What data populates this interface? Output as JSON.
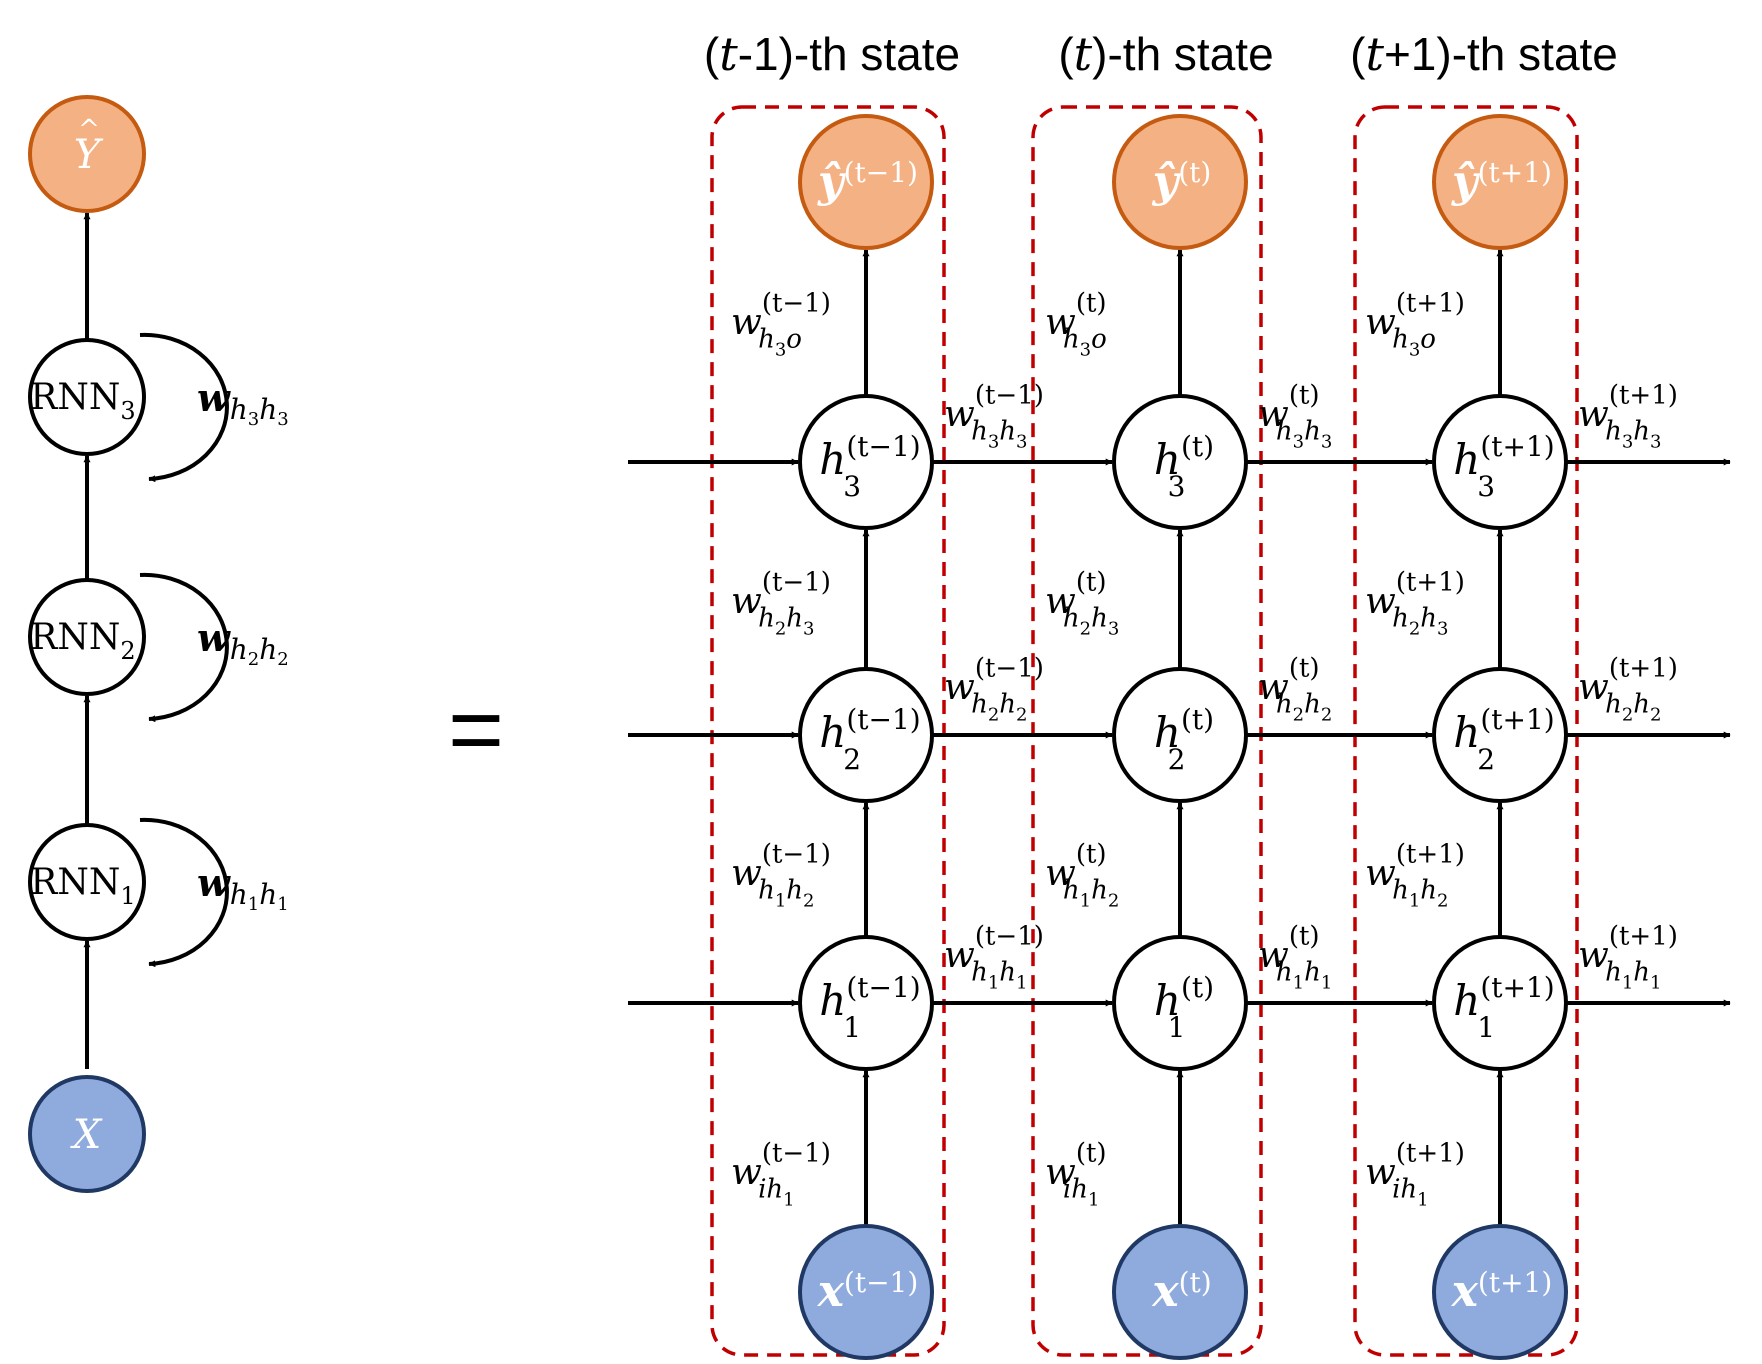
{
  "left_unrolled": {
    "output": {
      "symbol": "Y",
      "hat": "^"
    },
    "input": {
      "symbol": "X"
    },
    "layers": [
      {
        "name": "RNN",
        "index": "1",
        "weight": {
          "w": "w",
          "a": "h",
          "ai": "1",
          "b": "h",
          "bi": "1"
        }
      },
      {
        "name": "RNN",
        "index": "2",
        "weight": {
          "w": "w",
          "a": "h",
          "ai": "2",
          "b": "h",
          "bi": "2"
        }
      },
      {
        "name": "RNN",
        "index": "3",
        "weight": {
          "w": "w",
          "a": "h",
          "ai": "3",
          "b": "h",
          "bi": "3"
        }
      }
    ]
  },
  "equals": "=",
  "states": [
    {
      "title_pre": "(",
      "title_t": "t",
      "title_post": "-1)-th state",
      "sup": "(t−1)",
      "out": {
        "v": "ŷ",
        "sup": "(t−1)"
      },
      "in": {
        "v": "x",
        "sup": "(t−1)"
      }
    },
    {
      "title_pre": "(",
      "title_t": "t",
      "title_post": ")-th state",
      "sup": "(t)",
      "out": {
        "v": "ŷ",
        "sup": "(t)"
      },
      "in": {
        "v": "x",
        "sup": "(t)"
      }
    },
    {
      "title_pre": "(",
      "title_t": "t",
      "title_post": "+1)-th state",
      "sup": "(t+1)",
      "out": {
        "v": "ŷ",
        "sup": "(t+1)"
      },
      "in": {
        "v": "x",
        "sup": "(t+1)"
      }
    }
  ],
  "hidden_symbol": "h",
  "layer_indices": [
    "1",
    "2",
    "3"
  ],
  "weights": {
    "input": {
      "a": "i",
      "b": "h",
      "bi": "1"
    },
    "up": [
      {
        "a": "h",
        "ai": "1",
        "b": "h",
        "bi": "2"
      },
      {
        "a": "h",
        "ai": "2",
        "b": "h",
        "bi": "3"
      }
    ],
    "output": {
      "a": "h",
      "ai": "3",
      "b": "o"
    },
    "recurrent": [
      {
        "a": "h",
        "ai": "1",
        "b": "h",
        "bi": "1"
      },
      {
        "a": "h",
        "ai": "2",
        "b": "h",
        "bi": "2"
      },
      {
        "a": "h",
        "ai": "3",
        "b": "h",
        "bi": "3"
      }
    ]
  },
  "colors": {
    "output_fill": "#f4b183",
    "output_stroke": "#c55a11",
    "input_fill": "#8faadc",
    "input_stroke": "#1f3864",
    "frame": "#c00000"
  }
}
